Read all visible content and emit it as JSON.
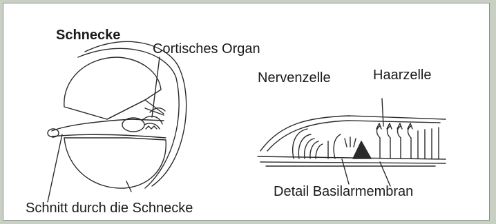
{
  "labels": {
    "schnecke": "Schnecke",
    "cortisches_organ": "Cortisches Organ",
    "nervenzelle": "Nervenzelle",
    "haarzelle": "Haarzelle",
    "schnitt": "Schnitt durch die Schnecke",
    "basilarmembran": "Detail Basilarmembran"
  },
  "colors": {
    "background": "#c8d0c4",
    "panel": "#ffffff",
    "ink": "#2a2a2a"
  }
}
